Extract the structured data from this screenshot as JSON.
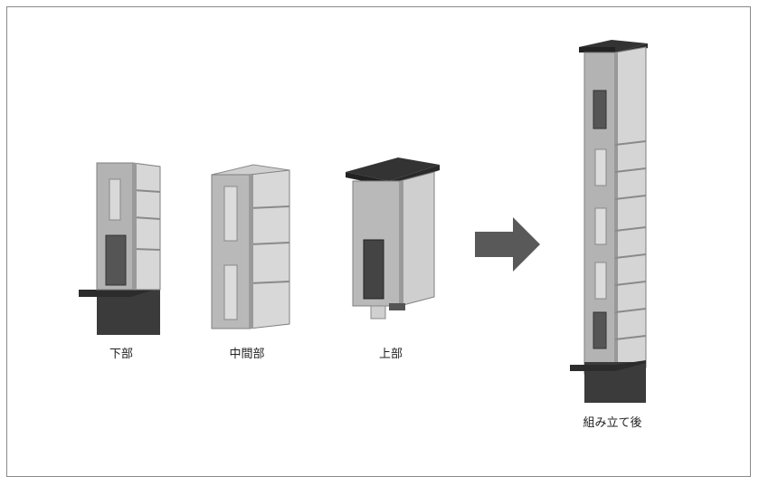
{
  "labels": {
    "lower": "下部",
    "middle": "中間部",
    "upper": "上部",
    "assembled": "組み立て後"
  },
  "colors": {
    "frame": "#8a8a8a",
    "panel": "#b9b9b9",
    "panel_dark": "#8f8f8f",
    "glass": "#d7d7d7",
    "cap": "#333333",
    "base": "#3b3b3b",
    "arrow": "#595959"
  }
}
